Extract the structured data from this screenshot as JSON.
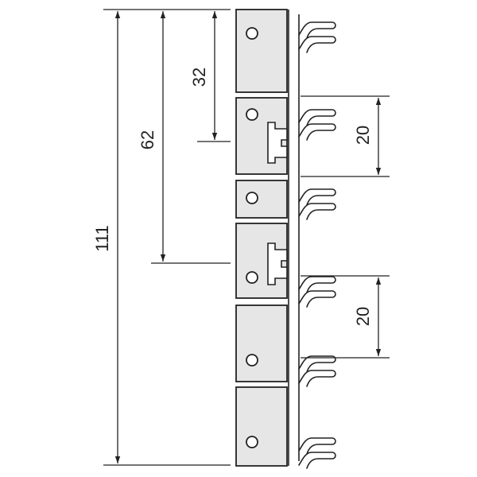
{
  "dimensions": {
    "overall": "111",
    "mid": "62",
    "top": "32",
    "pitch_upper": "20",
    "pitch_lower": "20"
  },
  "colors": {
    "stroke": "#222222",
    "plate_fill": "#e6e6e6",
    "background": "#ffffff"
  }
}
